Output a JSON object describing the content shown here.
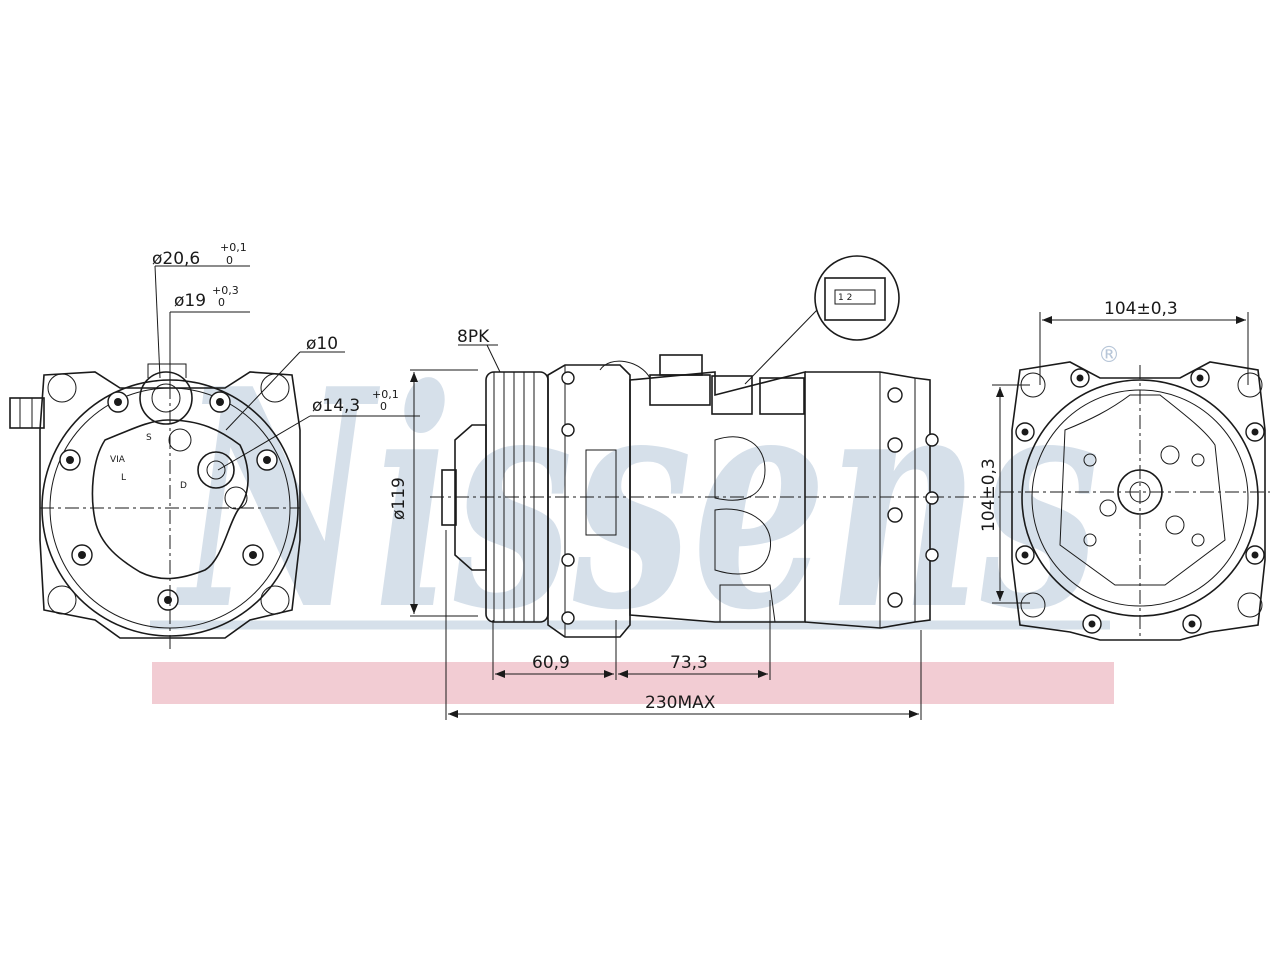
{
  "watermark": {
    "brand": "Nissens",
    "registered_mark": "®"
  },
  "colors": {
    "watermark": "#c9d6e4",
    "band": "#f2ccd3",
    "line": "#1a1a1a"
  },
  "labels": {
    "dia_20_6": "ø20,6",
    "dia_20_6_tol_upper": "+0,1",
    "dia_20_6_tol_lower": "0",
    "dia_19": "ø19",
    "dia_19_tol_upper": "+0,3",
    "dia_19_tol_lower": "0",
    "dia_10": "ø10",
    "dia_14_3": "ø14,3",
    "dia_14_3_tol_upper": "+0,1",
    "dia_14_3_tol_lower": "0",
    "port_suction": "VIA\nL",
    "port_discharge": "D",
    "port_s": "S",
    "pulley_type": "8PK",
    "pulley_dia": "ø119",
    "len_a": "60,9",
    "len_b": "73,3",
    "overall": "230MAX",
    "rear_width": "104±0,3",
    "rear_height": "104±0,3",
    "connector_pins": "1  2"
  }
}
